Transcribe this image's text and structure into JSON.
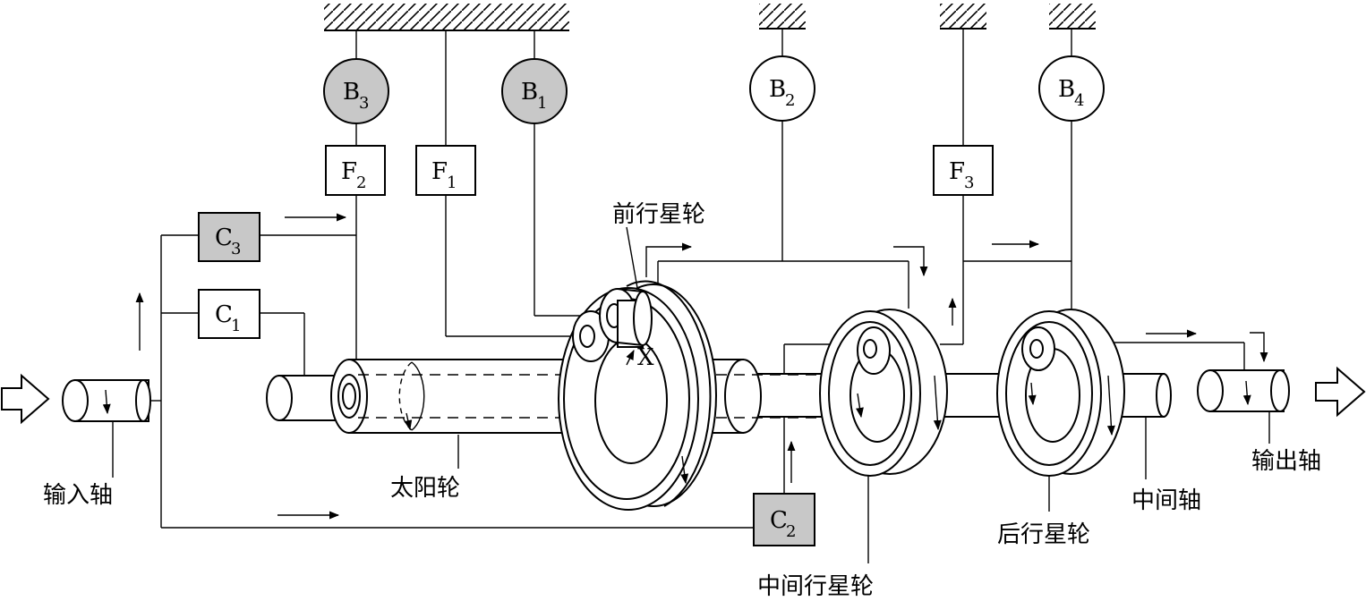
{
  "diagram": {
    "clutches": {
      "C1": {
        "letter": "C",
        "sub": "1"
      },
      "C2": {
        "letter": "C",
        "sub": "2"
      },
      "C3": {
        "letter": "C",
        "sub": "3"
      }
    },
    "brakes": {
      "B1": {
        "letter": "B",
        "sub": "1"
      },
      "B2": {
        "letter": "B",
        "sub": "2"
      },
      "B3": {
        "letter": "B",
        "sub": "3"
      },
      "B4": {
        "letter": "B",
        "sub": "4"
      }
    },
    "one_way": {
      "F1": {
        "letter": "F",
        "sub": "1"
      },
      "F2": {
        "letter": "F",
        "sub": "2"
      },
      "F3": {
        "letter": "F",
        "sub": "3"
      }
    },
    "labels": {
      "input_shaft": "输入轴",
      "output_shaft": "输出轴",
      "sun_gear": "太阳轮",
      "front_planet": "前行星轮",
      "middle_planet": "中间行星轮",
      "rear_planet": "后行星轮",
      "intermediate_shaft": "中间轴",
      "x_mark": "X"
    },
    "colors": {
      "engaged_fill": "#c8c8c8",
      "line": "#000000",
      "background": "#ffffff"
    }
  }
}
